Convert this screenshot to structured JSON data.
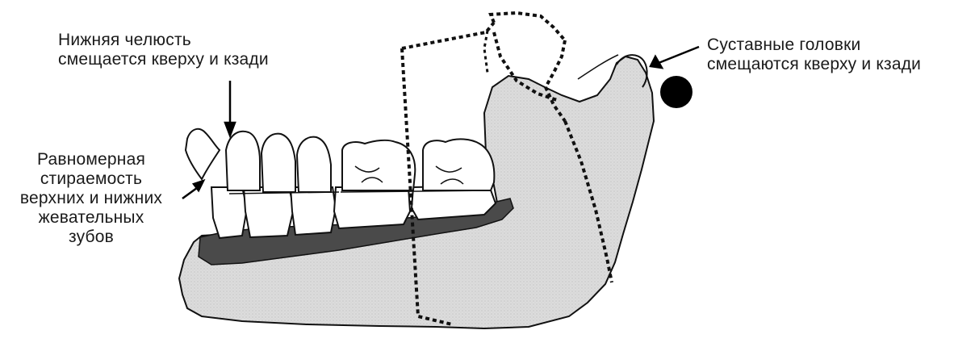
{
  "labels": {
    "jaw_shift": [
      "Нижняя челюсть",
      "смещается кверху и кзади"
    ],
    "condyles_shift": [
      "Суставные головки",
      "смещаются кверху и кзади"
    ],
    "even_wear": [
      "Равномерная",
      "стираемость",
      "верхних и нижних",
      "жевательных",
      "зубов"
    ]
  },
  "colors": {
    "bone": "#dedede",
    "gum": "#4a4a4a",
    "ink": "#000000",
    "tooth": "#ffffff"
  }
}
